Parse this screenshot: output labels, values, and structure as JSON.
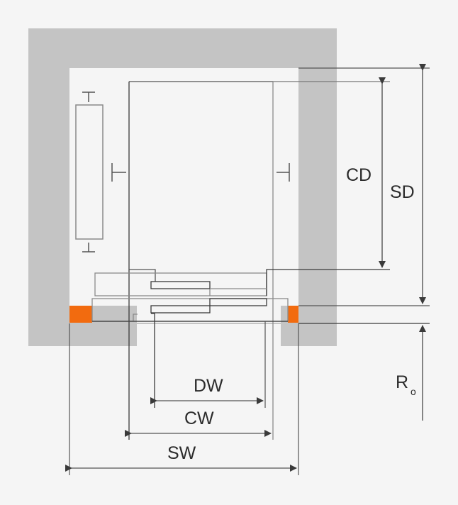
{
  "title": "Elevator shaft plan dimensions",
  "colors": {
    "background": "#f5f5f5",
    "wall": "#c4c4c4",
    "line_dark": "#3a3a3a",
    "line_mid": "#8a8a8a",
    "accent": "#f26b0f"
  },
  "labels": {
    "car_depth": "CD",
    "shaft_depth": "SD",
    "headroom_main": "R",
    "headroom_sub": "o",
    "door_width": "DW",
    "car_width": "CW",
    "shaft_width": "SW"
  }
}
